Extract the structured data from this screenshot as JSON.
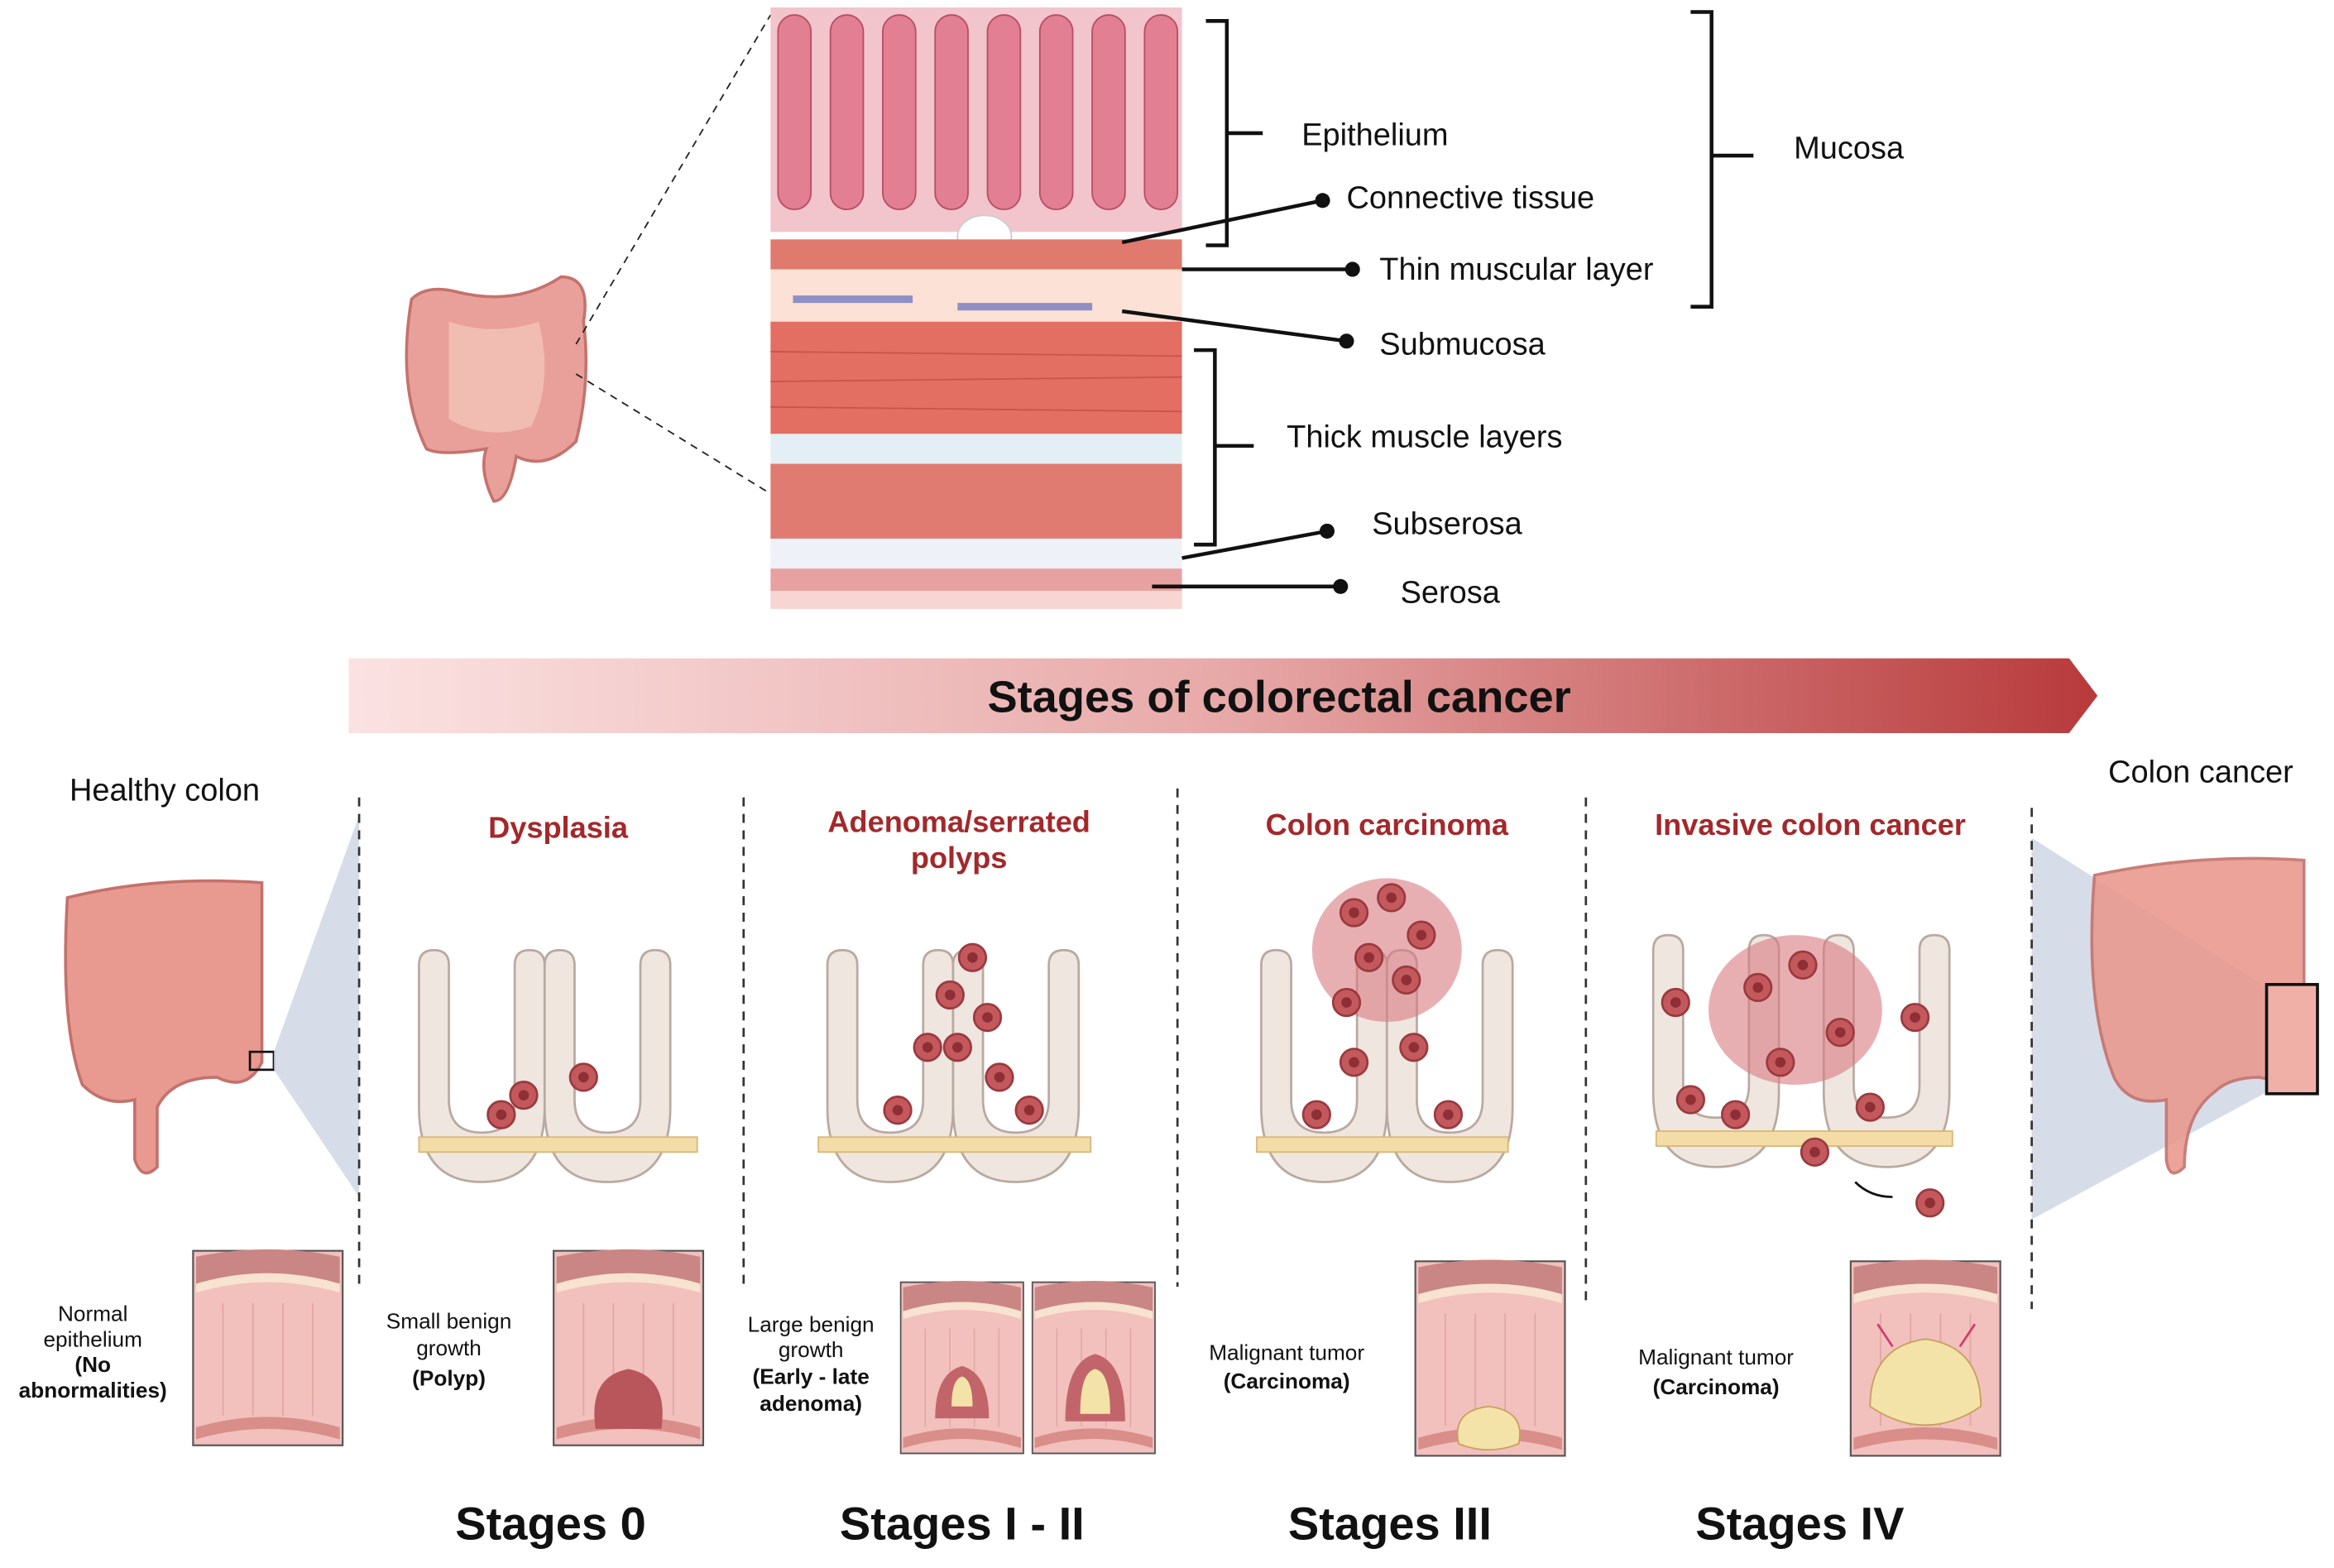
{
  "anatomy": {
    "labels": {
      "epithelium": "Epithelium",
      "connective_tissue": "Connective tissue",
      "thin_muscular_layer": "Thin muscular layer",
      "submucosa": "Submucosa",
      "thick_muscle_layers": "Thick muscle layers",
      "subserosa": "Subserosa",
      "serosa": "Serosa",
      "mucosa": "Mucosa"
    }
  },
  "banner": {
    "title": "Stages of colorectal cancer",
    "colors": {
      "start": "#fbe2e2",
      "end": "#b83a3b"
    }
  },
  "ends": {
    "healthy": "Healthy colon",
    "cancer": "Colon cancer"
  },
  "columns": [
    {
      "heading": [
        "Dysplasia"
      ],
      "desc": [
        "Small benign",
        "growth"
      ],
      "desc_bold": [
        "(Polyp)"
      ]
    },
    {
      "heading": [
        "Adenoma/serrated",
        "polyps"
      ],
      "desc": [
        "Large benign",
        "growth"
      ],
      "desc_bold": [
        "(Early - late",
        "adenoma)"
      ]
    },
    {
      "heading": [
        "Colon carcinoma"
      ],
      "desc": [
        "Malignant tumor"
      ],
      "desc_bold": [
        "(Carcinoma)"
      ]
    },
    {
      "heading": [
        "Invasive colon cancer"
      ],
      "desc": [
        "Malignant tumor"
      ],
      "desc_bold": [
        "(Carcinoma)"
      ]
    }
  ],
  "healthy_desc": {
    "normal": [
      "Normal",
      "epithelium"
    ],
    "bold": [
      "(No",
      "abnormalities)"
    ]
  },
  "stages": [
    "Stages 0",
    "Stages I - II",
    "Stages III",
    "Stages IV"
  ],
  "colors": {
    "heading_red": "#a3282b",
    "tissue_pink": "#e8a3a0",
    "basement": "#f3dca6"
  }
}
